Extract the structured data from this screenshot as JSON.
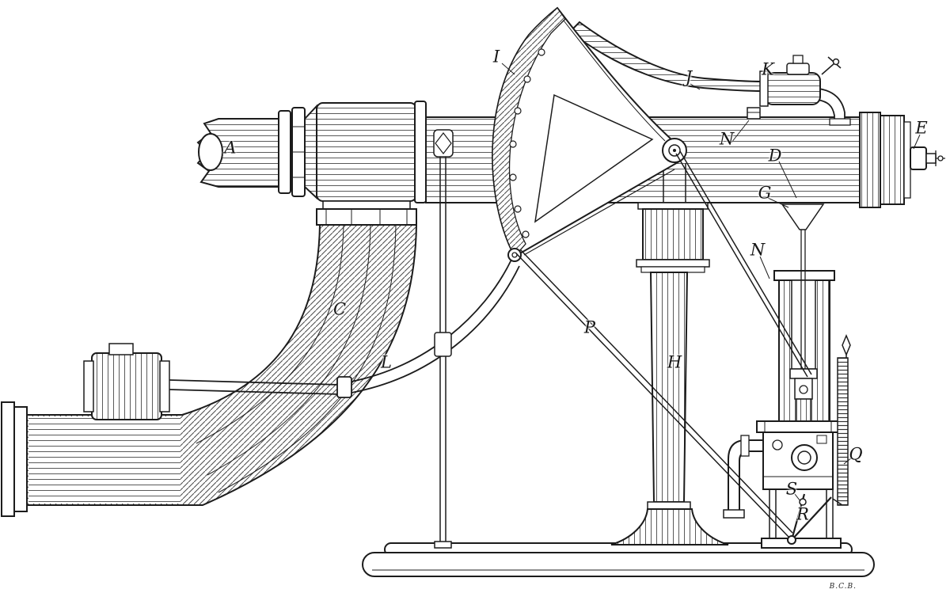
{
  "figure": {
    "type": "technical-engraving",
    "description": "Side elevation engraving of a pipe-and-cylinder valve-operating apparatus with lettered parts",
    "background_color": "#ffffff",
    "ink_color": "#1c1c1c",
    "signature": "B.C.B.",
    "labels": [
      {
        "part": "intake-pipe",
        "text": "A"
      },
      {
        "part": "curved-downpipe",
        "text": "C"
      },
      {
        "part": "main-cylinder",
        "text": "D"
      },
      {
        "part": "end-fitting",
        "text": "E"
      },
      {
        "part": "funnel",
        "text": "G"
      },
      {
        "part": "support-column",
        "text": "H"
      },
      {
        "part": "sector-lever",
        "text": "I"
      },
      {
        "part": "curved-pipe",
        "text": "J"
      },
      {
        "part": "valve",
        "text": "K"
      },
      {
        "part": "curved-link",
        "text": "L"
      },
      {
        "part": "rod-upper",
        "text": "N"
      },
      {
        "part": "connecting-rod",
        "text": "N"
      },
      {
        "part": "pull-rod",
        "text": "P"
      },
      {
        "part": "rack-spring",
        "text": "Q"
      },
      {
        "part": "crank-lever",
        "text": "R"
      },
      {
        "part": "pivot",
        "text": "S"
      }
    ]
  }
}
